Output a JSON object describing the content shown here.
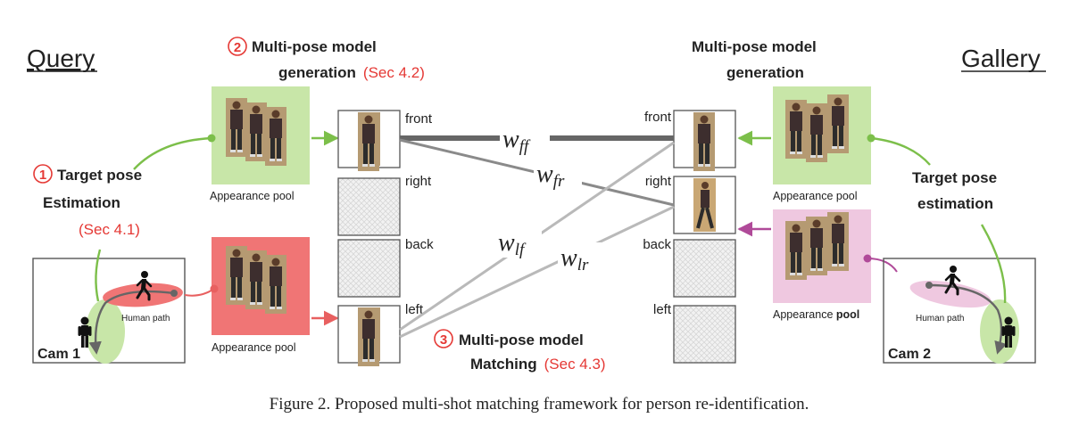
{
  "query_label": "Query",
  "gallery_label": "Gallery",
  "left": {
    "step2_num": "2",
    "step2_line1": "Multi-pose model",
    "step2_line2": "generation",
    "step2_ref": "(Sec 4.2)",
    "step1_num": "1",
    "step1_line1": "Target pose",
    "step1_line2": "Estimation",
    "step1_ref": "(Sec 4.1)",
    "pool_label_top": "Appearance pool",
    "pool_label_bottom": "Appearance pool",
    "human_path": "Human path",
    "cam": "Cam 1"
  },
  "right": {
    "gen_line1": "Multi-pose model",
    "gen_line2": "generation",
    "target_line1": "Target pose",
    "target_line2": "estimation",
    "pool_label_top": "Appearance pool",
    "pool_label_bottom_a": "Appearance ",
    "pool_label_bottom_b": "pool",
    "human_path": "Human path",
    "cam": "Cam 2"
  },
  "left_slots": [
    "front",
    "right",
    "back",
    "left"
  ],
  "right_slots": [
    "front",
    "right",
    "back",
    "left"
  ],
  "weights": {
    "ff": {
      "base": "w",
      "sub": "ff"
    },
    "fr": {
      "base": "w",
      "sub": "fr"
    },
    "lf": {
      "base": "w",
      "sub": "lf"
    },
    "lr": {
      "base": "w",
      "sub": "lr"
    }
  },
  "step3": {
    "num": "3",
    "line1": "Multi-pose model",
    "line2": "Matching",
    "ref": "(Sec 4.3)"
  },
  "caption": "Figure 2. Proposed multi-shot matching framework for person re-identification.",
  "colors": {
    "red": "#e53935",
    "green_pool": "#c8e6a8",
    "red_pool": "#f07575",
    "pink_pool": "#efc8e0",
    "green_arrow": "#7cbf4a",
    "pink_arrow": "#b04a99",
    "dark_line": "#666666",
    "light_line": "#b9b9b9"
  }
}
